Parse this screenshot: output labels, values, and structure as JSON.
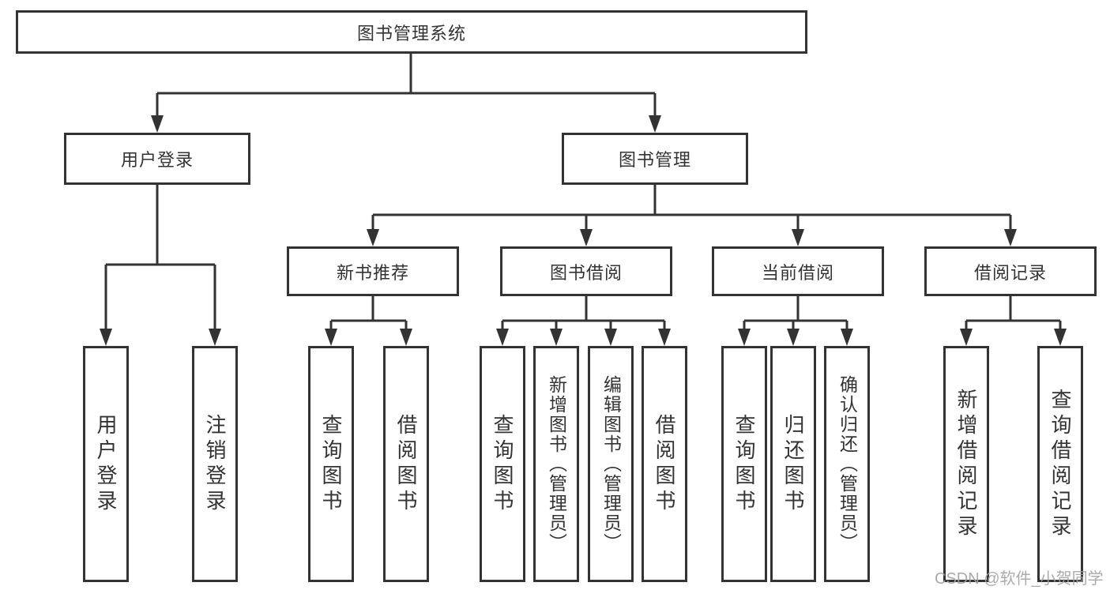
{
  "colors": {
    "line": "#333333",
    "box_border": "#333333",
    "text": "#333333",
    "watermark": "#a2a2a2",
    "background": "#ffffff"
  },
  "diagram": {
    "root": {
      "label": "图书管理系统"
    },
    "level2": [
      {
        "label": "用户登录",
        "children_labels": [
          "用户登录",
          "注销登录"
        ]
      },
      {
        "label": "图书管理"
      }
    ],
    "level3": [
      {
        "label": "新书推荐",
        "children_labels": [
          "查询图书",
          "借阅图书"
        ]
      },
      {
        "label": "图书借阅",
        "children_labels": [
          "查询图书",
          "新增图书（管理员）",
          "编辑图书（管理员）",
          "借阅图书"
        ]
      },
      {
        "label": "当前借阅",
        "children_labels": [
          "查询图书",
          "归还图书",
          "确认归还（管理员）"
        ]
      },
      {
        "label": "借阅记录",
        "children_labels": [
          "新增借阅记录",
          "查询借阅记录"
        ]
      }
    ]
  },
  "watermark": {
    "text": "CSDN @软件_小贺同学"
  }
}
